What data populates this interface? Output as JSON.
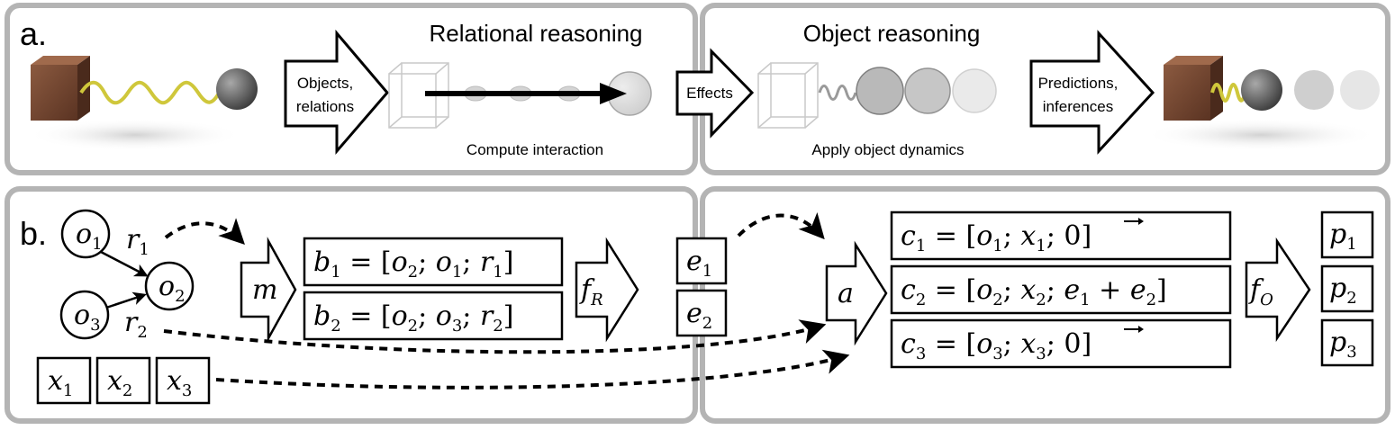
{
  "panel_a": {
    "label": "a.",
    "relational_title": "Relational reasoning",
    "object_title": "Object reasoning",
    "arrow_objects_relations": [
      "Objects,",
      "relations"
    ],
    "arrow_effects": "Effects",
    "arrow_predictions": [
      "Predictions,",
      "inferences"
    ],
    "compute_caption": "Compute interaction",
    "apply_caption": "Apply object dynamics"
  },
  "panel_b": {
    "label": "b.",
    "objects": [
      {
        "sym": "o",
        "sub": "1"
      },
      {
        "sym": "o",
        "sub": "2"
      },
      {
        "sym": "o",
        "sub": "3"
      }
    ],
    "relations": [
      {
        "sym": "r",
        "sub": "1"
      },
      {
        "sym": "r",
        "sub": "2"
      }
    ],
    "externals": [
      {
        "sym": "x",
        "sub": "1"
      },
      {
        "sym": "x",
        "sub": "2"
      },
      {
        "sym": "x",
        "sub": "3"
      }
    ],
    "marshal_fn": "m",
    "relational_model": {
      "sym": "f",
      "sub": "R"
    },
    "aggregation_fn": "a",
    "object_model": {
      "sym": "f",
      "sub": "O"
    },
    "b_rows": [
      {
        "lhs": "b",
        "lsub": "1",
        "terms": [
          [
            "o",
            "2"
          ],
          [
            "o",
            "1"
          ],
          [
            "r",
            "1"
          ]
        ]
      },
      {
        "lhs": "b",
        "lsub": "2",
        "terms": [
          [
            "o",
            "2"
          ],
          [
            "o",
            "3"
          ],
          [
            "r",
            "2"
          ]
        ]
      }
    ],
    "effects": [
      {
        "sym": "e",
        "sub": "1"
      },
      {
        "sym": "e",
        "sub": "2"
      }
    ],
    "c_rows": [
      {
        "lhs": "c",
        "lsub": "1",
        "o": "o",
        "osub": "1",
        "x": "x",
        "xsub": "1",
        "last": "0",
        "vec": true
      },
      {
        "lhs": "c",
        "lsub": "2",
        "o": "o",
        "osub": "2",
        "x": "x",
        "xsub": "2",
        "last": "e1+e2",
        "vec": false
      },
      {
        "lhs": "c",
        "lsub": "3",
        "o": "o",
        "osub": "3",
        "x": "x",
        "xsub": "3",
        "last": "0",
        "vec": true
      }
    ],
    "predictions": [
      {
        "sym": "p",
        "sub": "1"
      },
      {
        "sym": "p",
        "sub": "2"
      },
      {
        "sym": "p",
        "sub": "3"
      }
    ]
  },
  "colors": {
    "panel_border": "#b4b4b4",
    "panel_fill": "#ffffff",
    "block": "#7a4a33",
    "spring": "#cfc73b",
    "ball": "#5f5f5f",
    "arrow_main": "#000000"
  }
}
